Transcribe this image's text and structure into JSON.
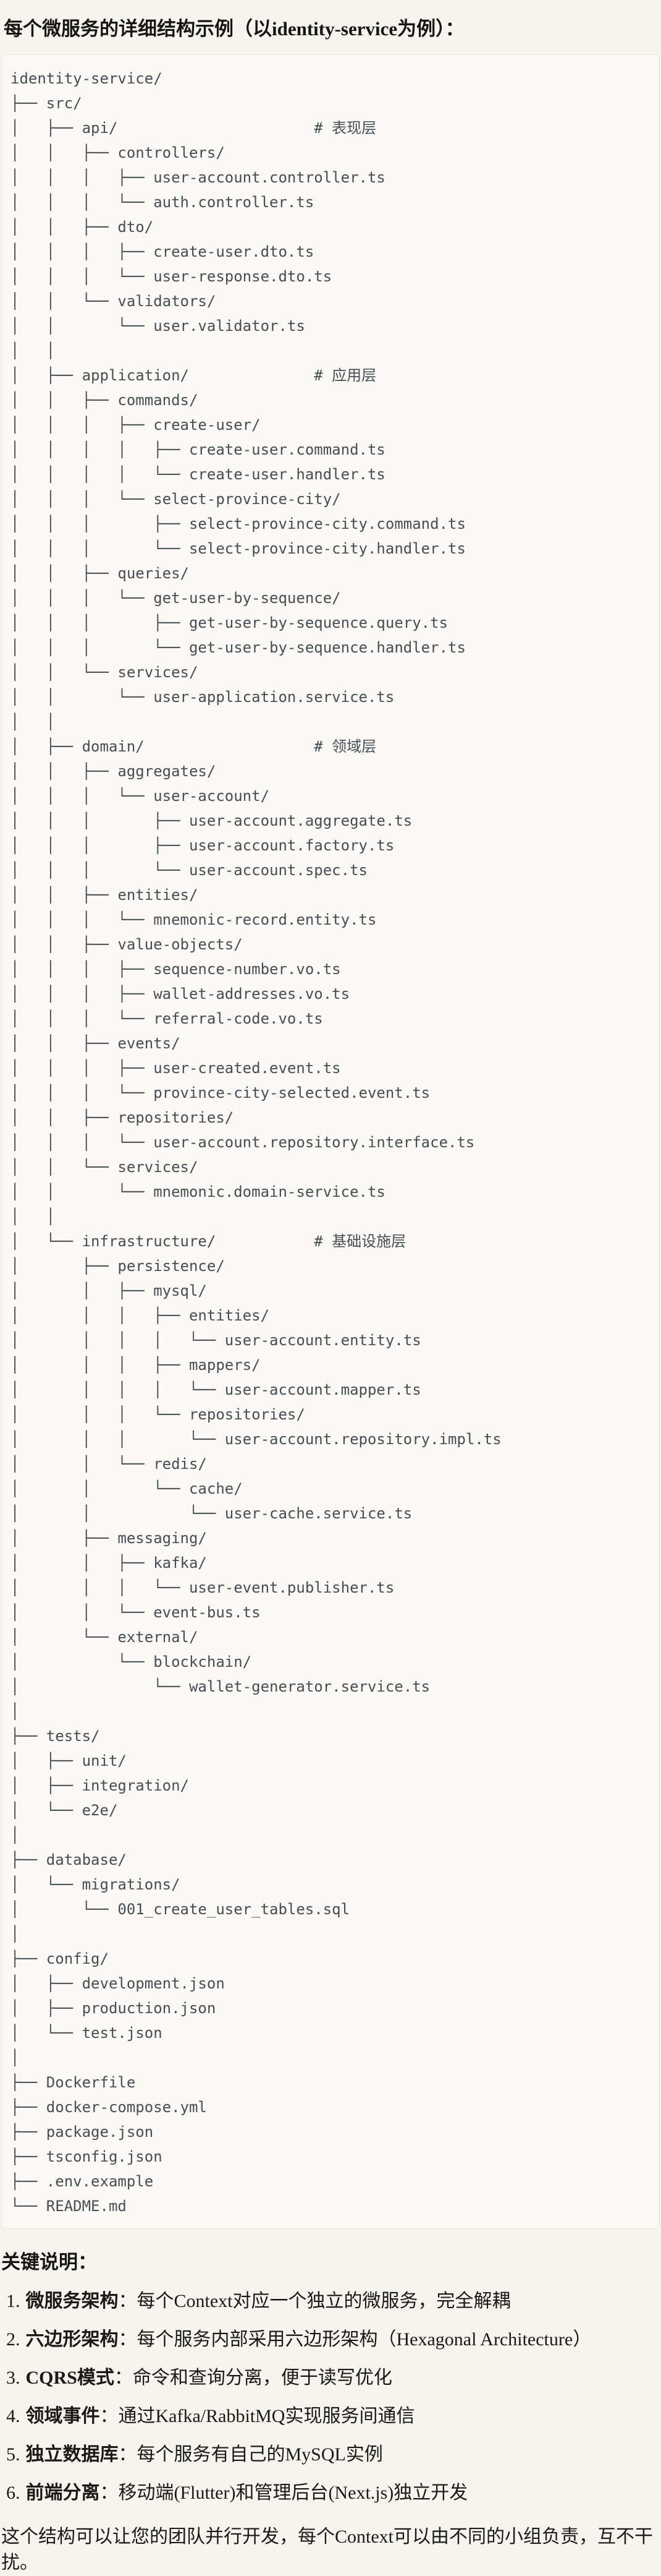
{
  "page": {
    "title": "每个微服务的详细结构示例（以identity-service为例）："
  },
  "code_block": {
    "language": "plaintext",
    "lines": [
      "identity-service/",
      "├── src/",
      "│   ├── api/                      # 表现层",
      "│   │   ├── controllers/",
      "│   │   │   ├── user-account.controller.ts",
      "│   │   │   └── auth.controller.ts",
      "│   │   ├── dto/",
      "│   │   │   ├── create-user.dto.ts",
      "│   │   │   └── user-response.dto.ts",
      "│   │   └── validators/",
      "│   │       └── user.validator.ts",
      "│   │",
      "│   ├── application/              # 应用层",
      "│   │   ├── commands/",
      "│   │   │   ├── create-user/",
      "│   │   │   │   ├── create-user.command.ts",
      "│   │   │   │   └── create-user.handler.ts",
      "│   │   │   └── select-province-city/",
      "│   │   │       ├── select-province-city.command.ts",
      "│   │   │       └── select-province-city.handler.ts",
      "│   │   ├── queries/",
      "│   │   │   └── get-user-by-sequence/",
      "│   │   │       ├── get-user-by-sequence.query.ts",
      "│   │   │       └── get-user-by-sequence.handler.ts",
      "│   │   └── services/",
      "│   │       └── user-application.service.ts",
      "│   │",
      "│   ├── domain/                   # 领域层",
      "│   │   ├── aggregates/",
      "│   │   │   └── user-account/",
      "│   │   │       ├── user-account.aggregate.ts",
      "│   │   │       ├── user-account.factory.ts",
      "│   │   │       └── user-account.spec.ts",
      "│   │   ├── entities/",
      "│   │   │   └── mnemonic-record.entity.ts",
      "│   │   ├── value-objects/",
      "│   │   │   ├── sequence-number.vo.ts",
      "│   │   │   ├── wallet-addresses.vo.ts",
      "│   │   │   └── referral-code.vo.ts",
      "│   │   ├── events/",
      "│   │   │   ├── user-created.event.ts",
      "│   │   │   └── province-city-selected.event.ts",
      "│   │   ├── repositories/",
      "│   │   │   └── user-account.repository.interface.ts",
      "│   │   └── services/",
      "│   │       └── mnemonic.domain-service.ts",
      "│   │",
      "│   └── infrastructure/           # 基础设施层",
      "│       ├── persistence/",
      "│       │   ├── mysql/",
      "│       │   │   ├── entities/",
      "│       │   │   │   └── user-account.entity.ts",
      "│       │   │   ├── mappers/",
      "│       │   │   │   └── user-account.mapper.ts",
      "│       │   │   └── repositories/",
      "│       │   │       └── user-account.repository.impl.ts",
      "│       │   └── redis/",
      "│       │       └── cache/",
      "│       │           └── user-cache.service.ts",
      "│       ├── messaging/",
      "│       │   ├── kafka/",
      "│       │   │   └── user-event.publisher.ts",
      "│       │   └── event-bus.ts",
      "│       └── external/",
      "│           └── blockchain/",
      "│               └── wallet-generator.service.ts",
      "│",
      "├── tests/",
      "│   ├── unit/",
      "│   ├── integration/",
      "│   └── e2e/",
      "│",
      "├── database/",
      "│   └── migrations/",
      "│       └── 001_create_user_tables.sql",
      "│",
      "├── config/",
      "│   ├── development.json",
      "│   ├── production.json",
      "│   └── test.json",
      "│",
      "├── Dockerfile",
      "├── docker-compose.yml",
      "├── package.json",
      "├── tsconfig.json",
      "├── .env.example",
      "└── README.md"
    ]
  },
  "notes": {
    "heading": "关键说明：",
    "items": [
      {
        "number": "1.",
        "term": "微服务架构",
        "colon": "：",
        "desc": "每个Context对应一个独立的微服务，完全解耦"
      },
      {
        "number": "2.",
        "term": "六边形架构",
        "colon": "：",
        "desc": "每个服务内部采用六边形架构（Hexagonal Architecture）"
      },
      {
        "number": "3.",
        "term": "CQRS模式",
        "colon": "：",
        "desc": "命令和查询分离，便于读写优化"
      },
      {
        "number": "4.",
        "term": "领域事件",
        "colon": "：",
        "desc": "通过Kafka/RabbitMQ实现服务间通信"
      },
      {
        "number": "5.",
        "term": "独立数据库",
        "colon": "：",
        "desc": "每个服务有自己的MySQL实例"
      },
      {
        "number": "6.",
        "term": "前端分离",
        "colon": "：",
        "desc": "移动端(Flutter)和管理后台(Next.js)独立开发"
      }
    ],
    "closing": "这个结构可以让您的团队并行开发，每个Context可以由不同的小组负责，互不干扰。"
  },
  "colors": {
    "page_background": "#f5f4ef",
    "code_background": "#faf9f5",
    "code_border": "#e7e4db",
    "code_text": "#474d54",
    "heading_text": "#161512",
    "body_text": "#1a1915"
  }
}
